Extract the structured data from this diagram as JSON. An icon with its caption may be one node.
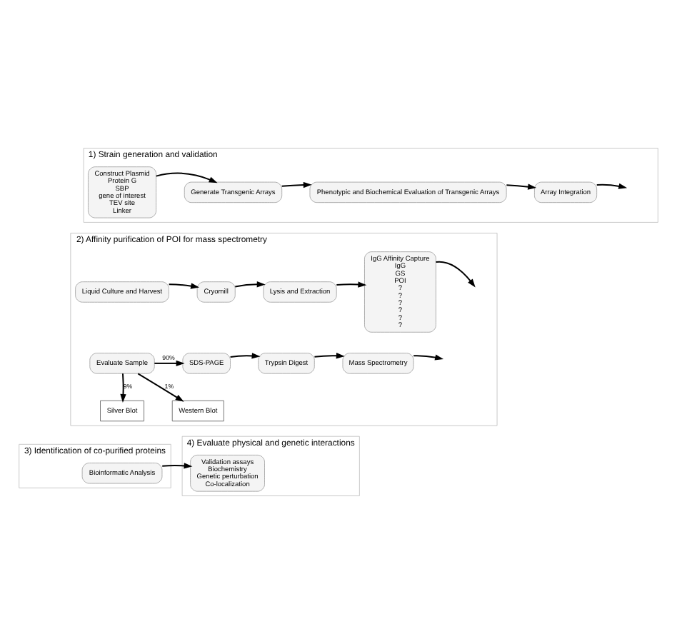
{
  "diagram": {
    "nodes": [
      {
        "text": [
          "1) Strain generation and validation"
        ]
      },
      {
        "text": [
          "Construct Plasmid",
          "Protein G",
          "SBP",
          "gene of interest",
          "TEV site",
          "Linker"
        ],
        "in": 0
      },
      {
        "text": [
          "Generate Transgenic Arrays"
        ],
        "in": 0
      },
      {
        "text": [
          "Phenotypic and Biochemical Evaluation of Transgenic Arrays"
        ],
        "in": 0
      },
      {
        "text": [
          "Array Integration"
        ],
        "in": 0
      },
      {
        "text": [
          "2) Affinity purification of POI for mass spectrometry"
        ]
      },
      {
        "text": [
          "Liquid Culture and Harvest"
        ],
        "in": 5
      },
      {
        "text": [
          "Cryomill"
        ],
        "in": 5
      },
      {
        "text": [
          "Lysis and Extraction"
        ],
        "in": 5
      },
      {
        "text": [
          "IgG Affinity Capture",
          "IgG",
          "GS",
          "POI",
          "?",
          "?",
          "?",
          "?",
          "?",
          "?"
        ],
        "in": 5
      },
      {
        "text": [
          "Evaluate Sample"
        ],
        "in": 5
      },
      {
        "text": [
          "Silver Blot"
        ],
        "in": 5
      },
      {
        "text": [
          "Western Blot"
        ],
        "in": 5
      },
      {
        "text": [
          "SDS-PAGE"
        ],
        "in": 5
      },
      {
        "text": [
          "Trypsin Digest"
        ],
        "in": 5
      },
      {
        "text": [
          "Mass Spectrometry"
        ],
        "in": 5
      },
      {
        "text": [
          "3) Identification of co-purified proteins"
        ]
      },
      {
        "text": [
          "Bioinformatic Analysis"
        ],
        "in": 16
      },
      {
        "text": [
          "4) Evaluate physical and genetic interactions"
        ]
      },
      {
        "text": [
          "Validation assays",
          "Biochemistry",
          "Genetic perturbation",
          "Co-localization"
        ],
        "in": 18
      }
    ],
    "edges": [
      {
        "from": 1,
        "to": 2,
        "arrow": "to"
      },
      {
        "from": 2,
        "to": 3,
        "arrow": "to"
      },
      {
        "from": 3,
        "to": 4,
        "arrow": "to"
      },
      {
        "from": 4,
        "to": null,
        "arrow": "to"
      },
      {
        "from": 6,
        "to": 7,
        "arrow": "to"
      },
      {
        "from": 7,
        "to": 8,
        "arrow": "to"
      },
      {
        "from": 8,
        "to": 9,
        "arrow": "to"
      },
      {
        "from": 9,
        "to": null,
        "arrow": "to"
      },
      {
        "from": 10,
        "to": 11,
        "arrow": "to",
        "label": "9%"
      },
      {
        "from": 10,
        "to": 12,
        "arrow": "to",
        "label": "1%"
      },
      {
        "from": 10,
        "to": 13,
        "arrow": "to",
        "label": "90%"
      },
      {
        "from": 13,
        "to": 14,
        "arrow": "to"
      },
      {
        "from": 14,
        "to": 15,
        "arrow": "to"
      },
      {
        "from": 15,
        "to": null,
        "arrow": "to"
      },
      {
        "from": 17,
        "to": 19,
        "arrow": "to"
      }
    ]
  }
}
